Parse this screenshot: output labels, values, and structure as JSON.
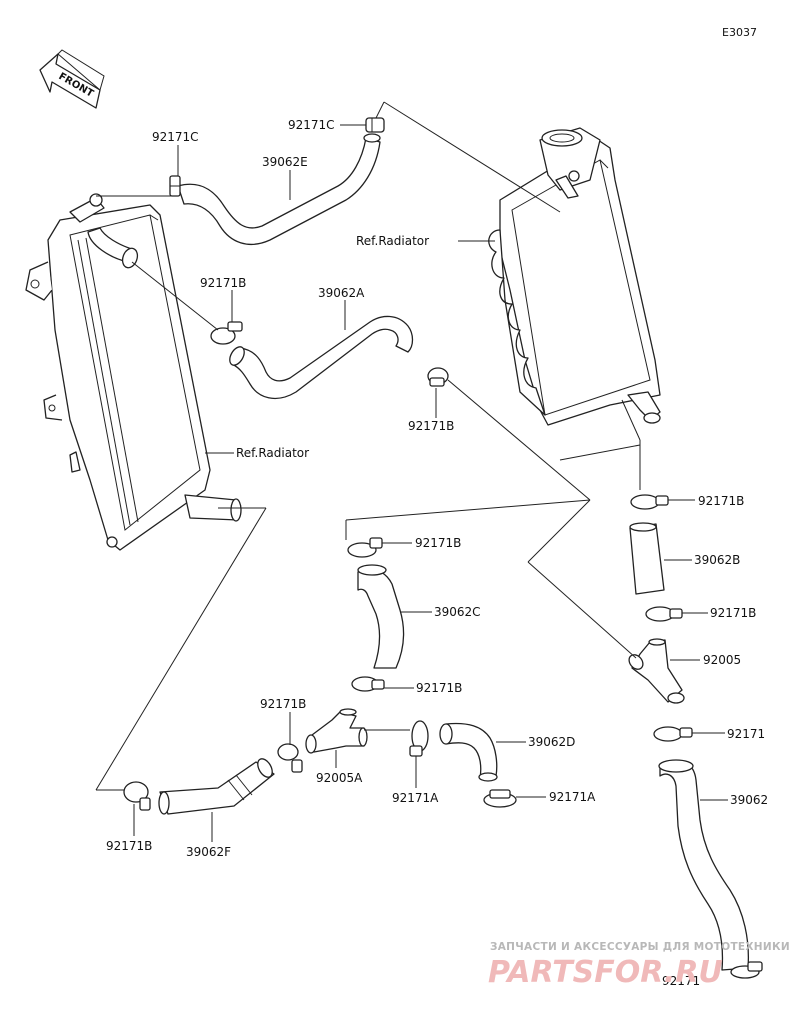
{
  "diagram_code": "E3037",
  "front_label": "FRONT",
  "labels": {
    "c_top_left": "92171C",
    "c_top_right": "92171C",
    "hose_e": "39062E",
    "ref_radiator_right": "Ref.Radiator",
    "b_left_upper": "92171B",
    "hose_a": "39062A",
    "b_mid": "92171B",
    "ref_radiator_left": "Ref.Radiator",
    "b_right_1": "92171B",
    "hose_b": "39062B",
    "b_right_2": "92171B",
    "pipe_92005": "92005",
    "clamp_92171": "92171",
    "hose_main": "39062",
    "clamp_92171_bottom": "92171",
    "b_center_1": "92171B",
    "hose_c": "39062C",
    "b_center_2": "92171B",
    "b_lower_left": "92171B",
    "pipe_92005a": "92005A",
    "a_lower": "92171A",
    "hose_d": "39062D",
    "a_lower_right": "92171A",
    "b_bottom_left": "92171B",
    "hose_f": "39062F"
  },
  "watermark": {
    "line1": "ЗАПЧАСТИ И АКСЕССУАРЫ ДЛЯ МОТОТЕХНИКИ",
    "line2": "PARTSFOR.RU"
  }
}
